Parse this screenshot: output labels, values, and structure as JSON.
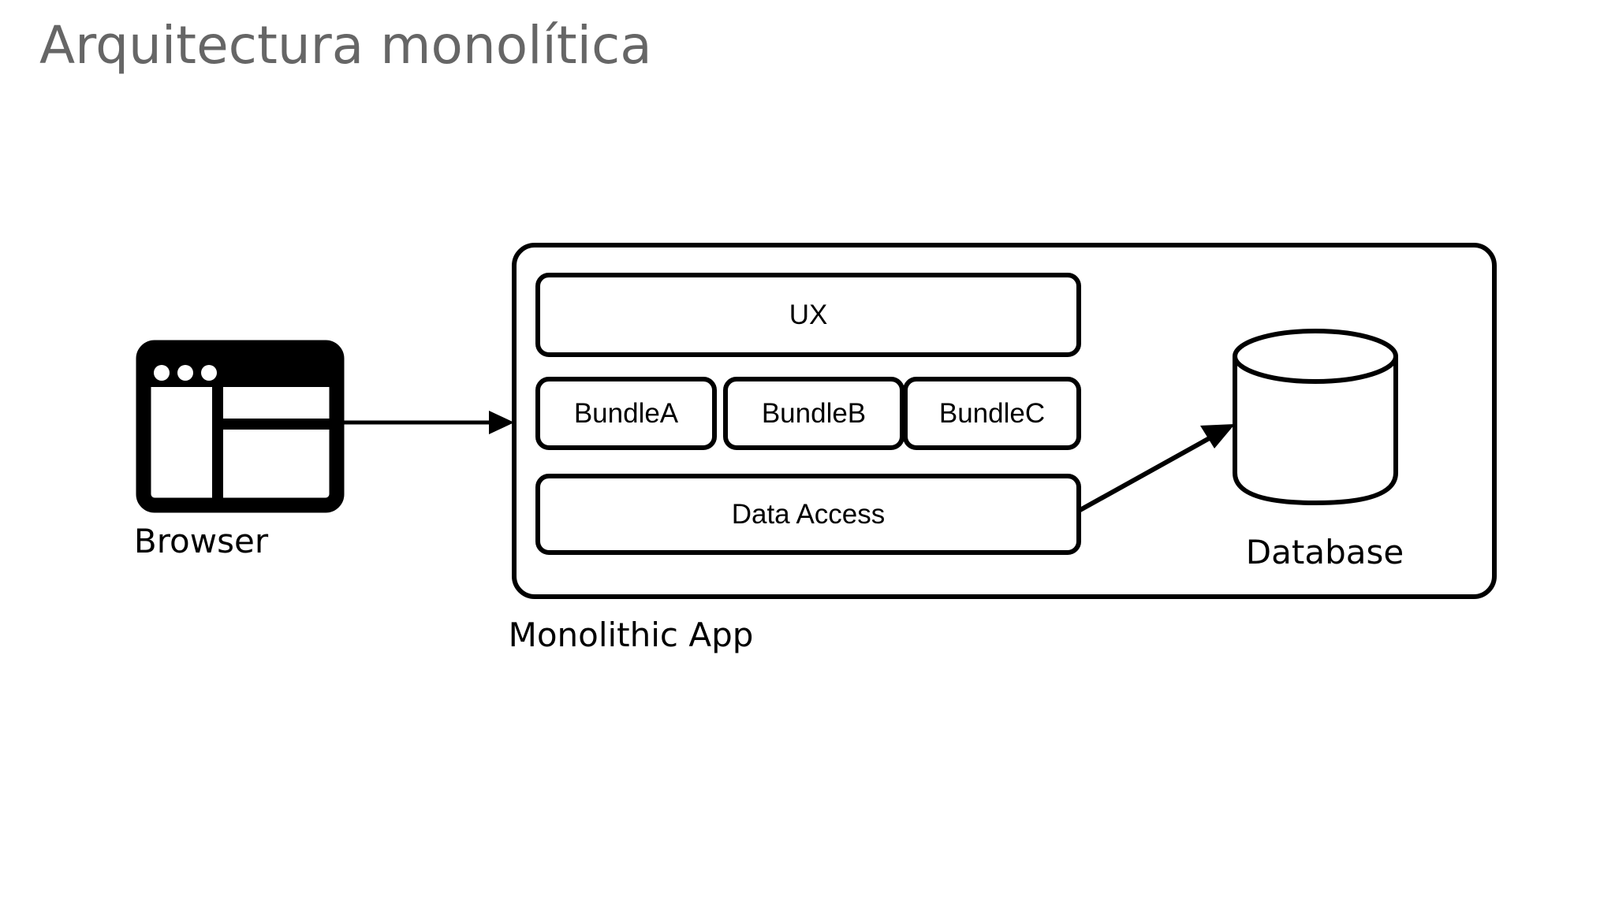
{
  "slide": {
    "title": "Arquitectura monolítica",
    "title_color": "#666666",
    "background": "#ffffff",
    "stroke_color": "#000000"
  },
  "nodes": {
    "browser": {
      "label": "Browser",
      "icon": "browser-window-icon"
    },
    "monolithic_app": {
      "label": "Monolithic App",
      "boxes": [
        {
          "id": "ux",
          "label": "UX"
        },
        {
          "id": "bundle-a",
          "label": "BundleA"
        },
        {
          "id": "bundle-b",
          "label": "BundleB"
        },
        {
          "id": "bundle-c",
          "label": "BundleC"
        },
        {
          "id": "data-access",
          "label": "Data Access"
        }
      ]
    },
    "database": {
      "label": "Database",
      "icon": "cylinder-icon"
    }
  },
  "connections": [
    {
      "id": "browser-to-app",
      "from": "browser",
      "to": "monolithic_app",
      "style": "arrow"
    },
    {
      "id": "data-access-to-database",
      "from": "data-access",
      "to": "database",
      "style": "arrow"
    }
  ]
}
